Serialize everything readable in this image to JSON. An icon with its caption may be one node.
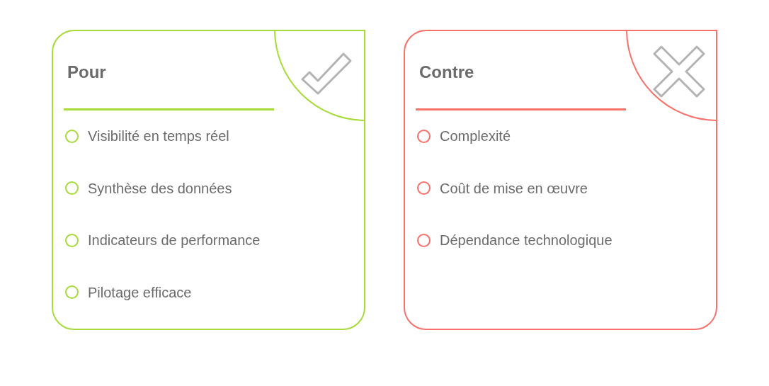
{
  "diagram": {
    "nodes": [
      {
        "text": [
          "Pour",
          "Visibilité en temps réel",
          "Synthèse des données",
          "Indicateurs de performance",
          "Pilotage efficace"
        ]
      },
      {
        "text": [
          "Contre",
          "Complexité",
          "Coût de mise en œuvre",
          "Dépendance technologique"
        ]
      }
    ]
  }
}
